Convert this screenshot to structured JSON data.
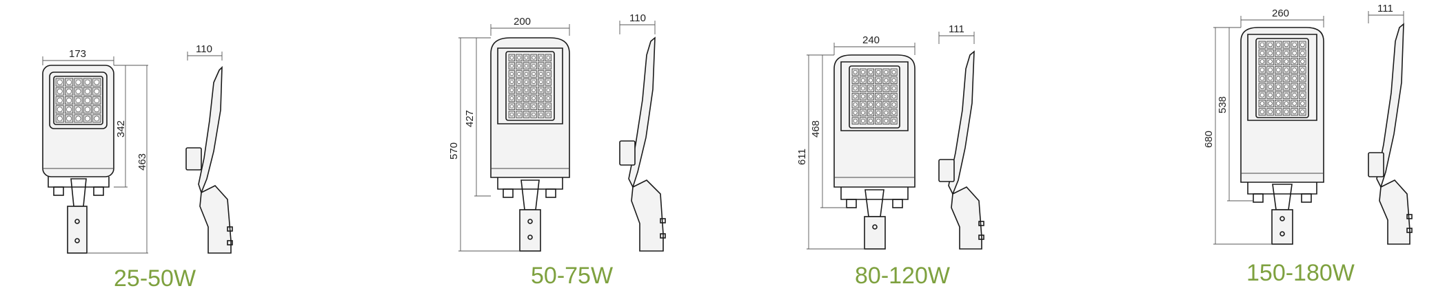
{
  "models": [
    {
      "caption": "25-50W",
      "width": "173",
      "depth": "110",
      "housing_height": "342",
      "total_height": "463"
    },
    {
      "caption": "50-75W",
      "width": "200",
      "depth": "110",
      "housing_height": "427",
      "total_height": "570"
    },
    {
      "caption": "80-120W",
      "width": "240",
      "depth": "111",
      "housing_height": "468",
      "total_height": "611"
    },
    {
      "caption": "150-180W",
      "width": "260",
      "depth": "111",
      "housing_height": "538",
      "total_height": "680"
    }
  ],
  "colors": {
    "caption": "#7ea13f",
    "line": "#1a1a1a"
  }
}
